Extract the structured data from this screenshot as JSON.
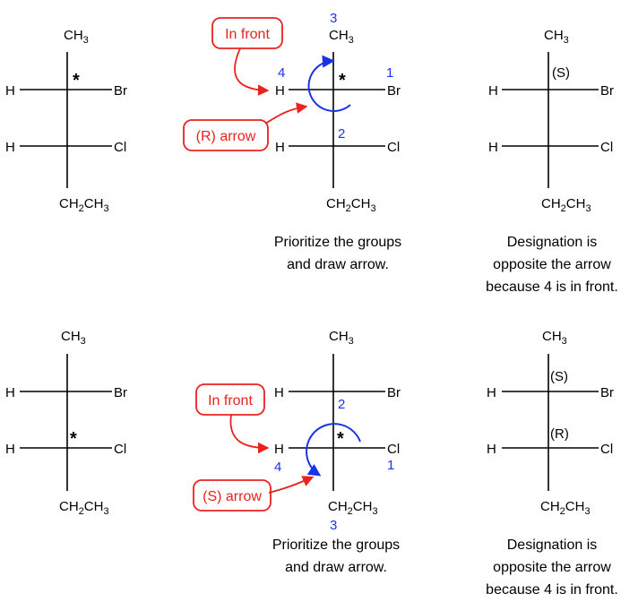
{
  "molecules": {
    "top_left": {
      "top": "CH",
      "top_sub": "3",
      "c1_left": "H",
      "c1_right": "Br",
      "c2_left": "H",
      "c2_right": "Cl",
      "bottom_a": "CH",
      "bottom_a_sub": "2",
      "bottom_b": "CH",
      "bottom_b_sub": "3",
      "star": "*"
    },
    "top_middle": {
      "top": "CH",
      "top_sub": "3",
      "c1_left": "H",
      "c1_right": "Br",
      "c2_left": "H",
      "c2_right": "Cl",
      "bottom_a": "CH",
      "bottom_a_sub": "2",
      "bottom_b": "CH",
      "bottom_b_sub": "3",
      "star": "*",
      "priority_top": "3",
      "priority_left": "4",
      "priority_right": "1",
      "priority_down": "2"
    },
    "top_right": {
      "top": "CH",
      "top_sub": "3",
      "c1_left": "H",
      "c1_right": "Br",
      "c2_left": "H",
      "c2_right": "Cl",
      "bottom_a": "CH",
      "bottom_a_sub": "2",
      "bottom_b": "CH",
      "bottom_b_sub": "3",
      "designation_c1": "(S)"
    },
    "bottom_left": {
      "top": "CH",
      "top_sub": "3",
      "c1_left": "H",
      "c1_right": "Br",
      "c2_left": "H",
      "c2_right": "Cl",
      "bottom_a": "CH",
      "bottom_a_sub": "2",
      "bottom_b": "CH",
      "bottom_b_sub": "3",
      "star": "*"
    },
    "bottom_middle": {
      "top": "CH",
      "top_sub": "3",
      "c1_left": "H",
      "c1_right": "Br",
      "c2_left": "H",
      "c2_right": "Cl",
      "bottom_a": "CH",
      "bottom_a_sub": "2",
      "bottom_b": "CH",
      "bottom_b_sub": "3",
      "star": "*",
      "priority_up": "2",
      "priority_left": "4",
      "priority_right": "1",
      "priority_bottom": "3"
    },
    "bottom_right": {
      "top": "CH",
      "top_sub": "3",
      "c1_left": "H",
      "c1_right": "Br",
      "c2_left": "H",
      "c2_right": "Cl",
      "bottom_a": "CH",
      "bottom_a_sub": "2",
      "bottom_b": "CH",
      "bottom_b_sub": "3",
      "designation_c1": "(S)",
      "designation_c2": "(R)"
    }
  },
  "callouts": {
    "top_in_front": "In front",
    "top_arrow": "(R) arrow",
    "bottom_in_front": "In front",
    "bottom_arrow": "(S) arrow"
  },
  "captions": {
    "top_middle": [
      "Prioritize the groups",
      "and draw arrow."
    ],
    "top_right": [
      "Designation is",
      "opposite the arrow",
      "because 4 is in front."
    ],
    "bottom_middle": [
      "Prioritize the groups",
      "and draw arrow."
    ],
    "bottom_right": [
      "Designation is",
      "opposite the arrow",
      "because 4 is in front."
    ]
  },
  "colors": {
    "callout": "#e8231f",
    "priority": "#1a33e6",
    "line": "#000000"
  }
}
